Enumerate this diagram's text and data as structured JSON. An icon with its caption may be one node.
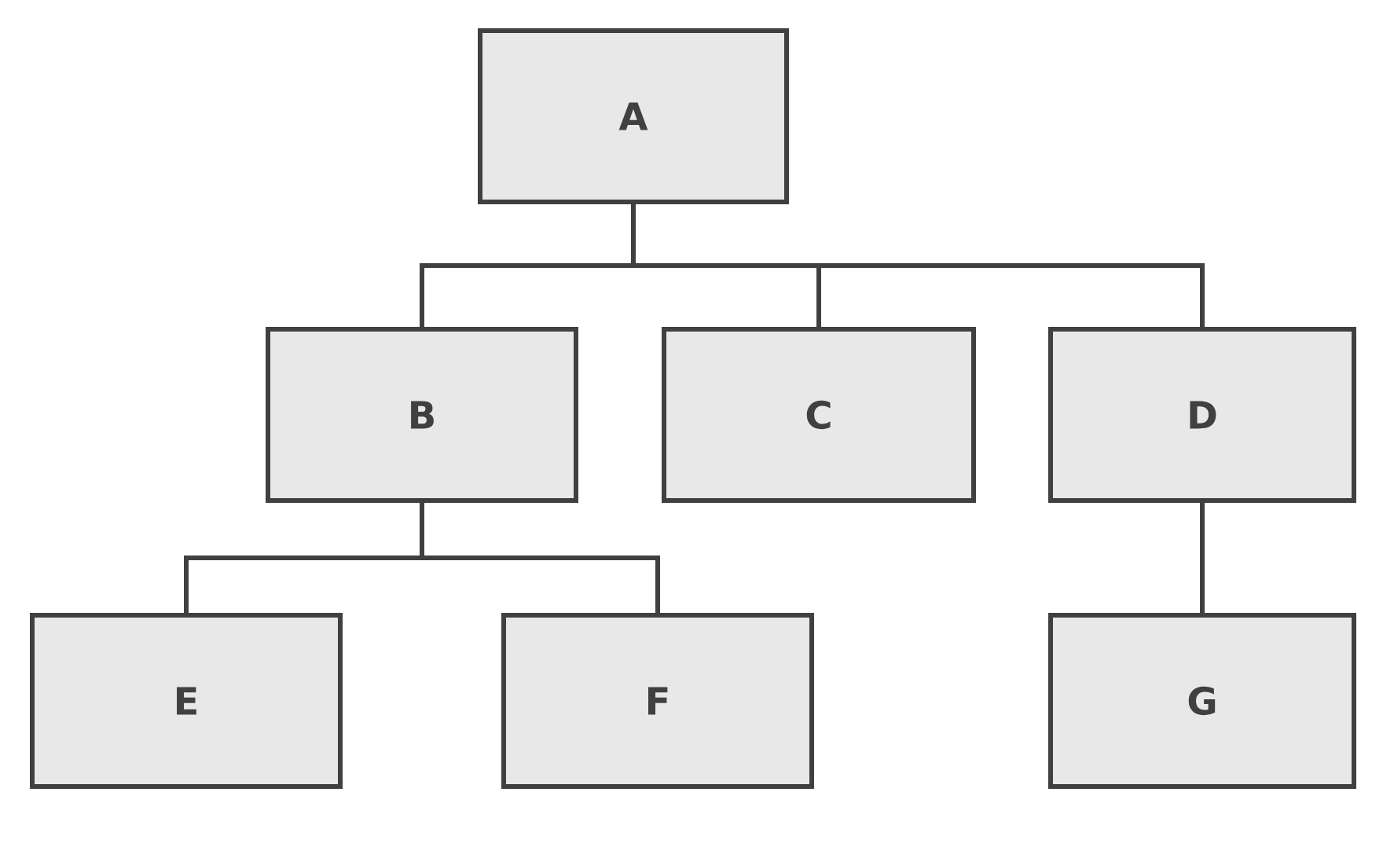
{
  "diagram": {
    "nodes": [
      {
        "text": [
          "A"
        ]
      },
      {
        "text": [
          "B"
        ]
      },
      {
        "text": [
          "C"
        ]
      },
      {
        "text": [
          "D"
        ]
      },
      {
        "text": [
          "E"
        ]
      },
      {
        "text": [
          "F"
        ]
      },
      {
        "text": [
          "G"
        ]
      }
    ],
    "edges": [
      {
        "from": 0,
        "to": 1,
        "arrow": "none"
      },
      {
        "from": 0,
        "to": 2,
        "arrow": "none"
      },
      {
        "from": 0,
        "to": 3,
        "arrow": "none"
      },
      {
        "from": 1,
        "to": 4,
        "arrow": "none"
      },
      {
        "from": 1,
        "to": 5,
        "arrow": "none"
      },
      {
        "from": 3,
        "to": 6,
        "arrow": "none"
      }
    ]
  }
}
